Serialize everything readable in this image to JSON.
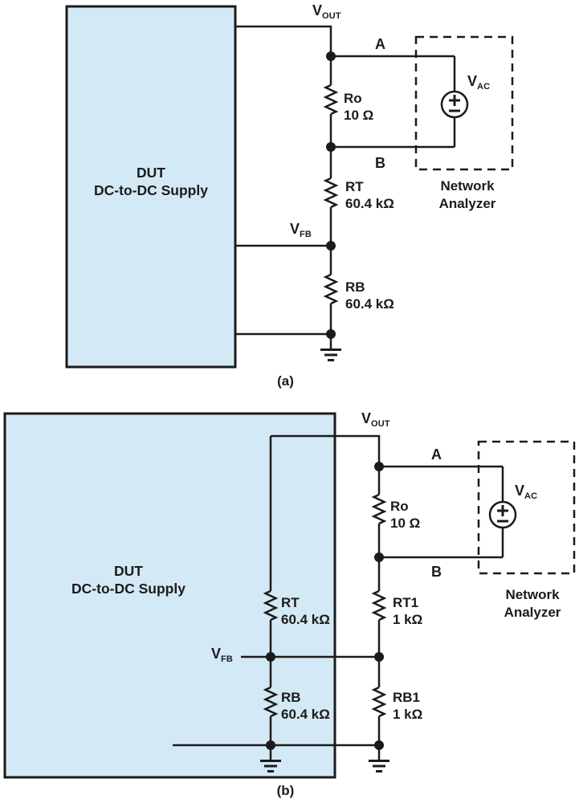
{
  "figure": {
    "bg": "#ffffff",
    "line_color": "#1b1b1b",
    "block_fill": "#d4e9f6",
    "text_color": "#1b1b1b"
  },
  "diagram_a": {
    "caption": "(a)",
    "dut_block": {
      "line1": "DUT",
      "line2": "DC-to-DC Supply"
    },
    "labels": {
      "vout": {
        "main": "V",
        "sub": "OUT"
      },
      "vfb": {
        "main": "V",
        "sub": "FB"
      },
      "vac": {
        "main": "V",
        "sub": "AC"
      },
      "node_a": "A",
      "node_b": "B"
    },
    "resistors": {
      "ro": {
        "name": "Ro",
        "value": "10 Ω"
      },
      "rt": {
        "name": "RT",
        "value": "60.4 kΩ"
      },
      "rb": {
        "name": "RB",
        "value": "60.4 kΩ"
      }
    },
    "network_analyzer": {
      "line1": "Network",
      "line2": "Analyzer"
    }
  },
  "diagram_b": {
    "caption": "(b)",
    "dut_block": {
      "line1": "DUT",
      "line2": "DC-to-DC Supply"
    },
    "labels": {
      "vout": {
        "main": "V",
        "sub": "OUT"
      },
      "vfb": {
        "main": "V",
        "sub": "FB"
      },
      "vac": {
        "main": "V",
        "sub": "AC"
      },
      "node_a": "A",
      "node_b": "B"
    },
    "resistors": {
      "ro": {
        "name": "Ro",
        "value": "10 Ω"
      },
      "rt": {
        "name": "RT",
        "value": "60.4 kΩ"
      },
      "rb": {
        "name": "RB",
        "value": "60.4 kΩ"
      },
      "rt1": {
        "name": "RT1",
        "value": "1 kΩ"
      },
      "rb1": {
        "name": "RB1",
        "value": "1 kΩ"
      }
    },
    "network_analyzer": {
      "line1": "Network",
      "line2": "Analyzer"
    }
  }
}
